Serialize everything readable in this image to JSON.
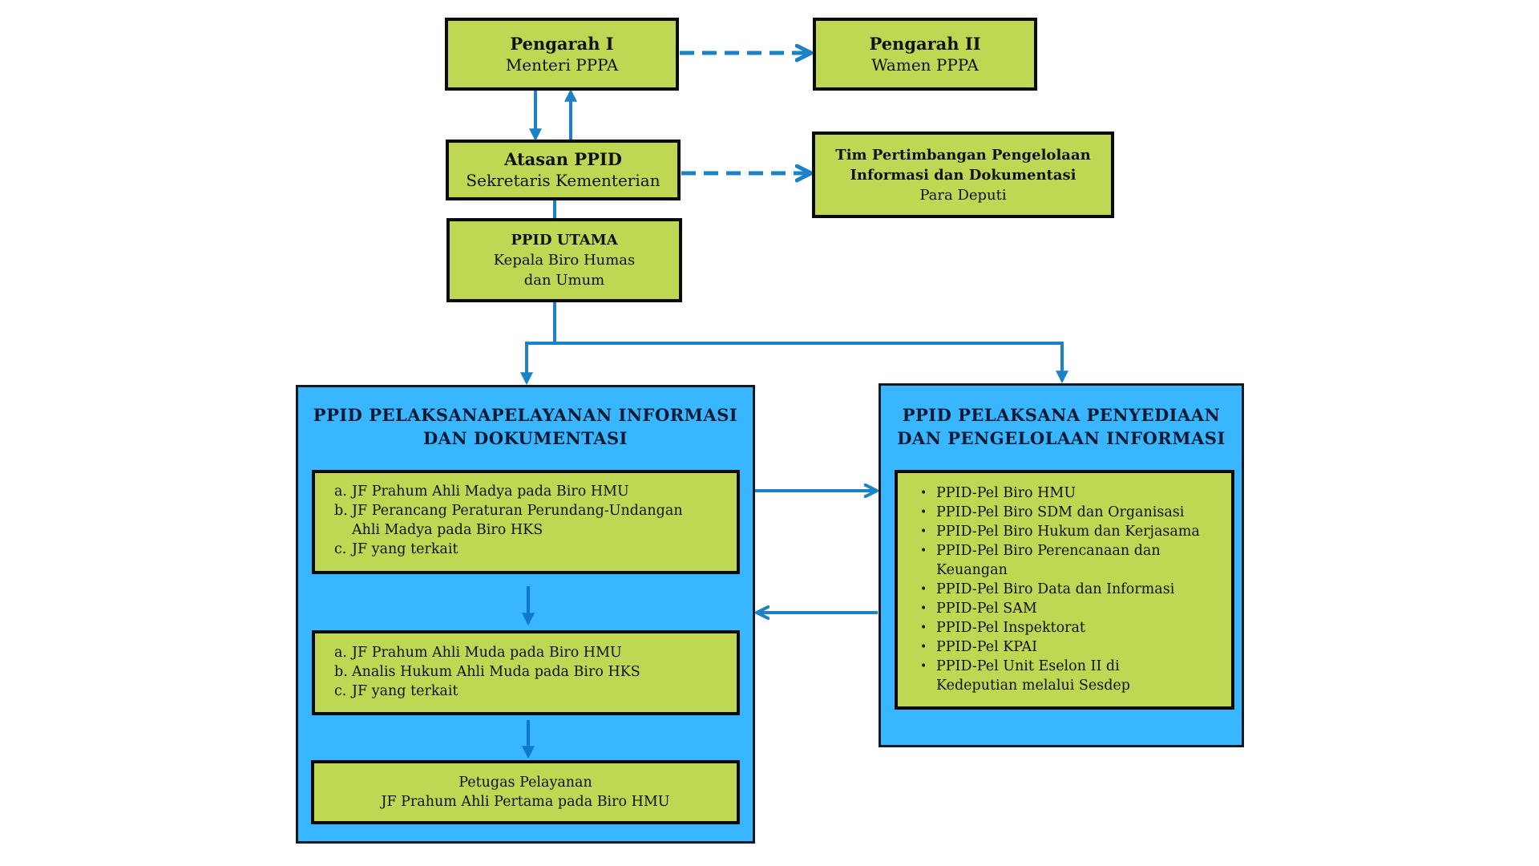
{
  "colors": {
    "box_fill": "#bfd854",
    "group_fill": "#38b6ff",
    "connector": "#1b82c6",
    "inner_connector": "#0f78c8",
    "border": "#0a0a0a"
  },
  "nodes": {
    "pengarah1": {
      "title": "Pengarah I",
      "subtitle": "Menteri PPPA"
    },
    "pengarah2": {
      "title": "Pengarah II",
      "subtitle": "Wamen PPPA"
    },
    "atasan": {
      "title": "Atasan PPID",
      "subtitle": "Sekretaris Kementerian"
    },
    "tim": {
      "title_line1": "Tim Pertimbangan Pengelolaan",
      "title_line2": "Informasi dan Dokumentasi",
      "subtitle": "Para Deputi"
    },
    "utama": {
      "title": "PPID UTAMA",
      "subtitle_line1": "Kepala Biro Humas",
      "subtitle_line2": "dan Umum"
    }
  },
  "left_group": {
    "title_line1": "PPID PELAKSANAPELAYANAN INFORMASI",
    "title_line2": "DAN DOKUMENTASI",
    "box1": [
      {
        "marker": "a.",
        "text": "JF Prahum Ahli Madya pada Biro HMU"
      },
      {
        "marker": "b.",
        "text": "JF Perancang Peraturan Perundang-Undangan",
        "text2": "Ahli Madya pada Biro HKS"
      },
      {
        "marker": "c.",
        "text": "JF yang terkait"
      }
    ],
    "box2": [
      {
        "marker": "a.",
        "text": "JF Prahum Ahli Muda pada Biro HMU"
      },
      {
        "marker": "b.",
        "text": "Analis Hukum Ahli Muda pada Biro HKS"
      },
      {
        "marker": "c.",
        "text": "JF yang terkait"
      }
    ],
    "box3": {
      "line1": "Petugas Pelayanan",
      "line2": "JF Prahum Ahli Pertama pada Biro HMU"
    }
  },
  "right_group": {
    "title_line1": "PPID PELAKSANA PENYEDIAAN",
    "title_line2": "DAN PENGELOLAAN INFORMASI",
    "bullet": "•",
    "items": [
      {
        "text": "PPID-Pel Biro HMU"
      },
      {
        "text": "PPID-Pel Biro SDM dan Organisasi"
      },
      {
        "text": "PPID-Pel Biro Hukum dan Kerjasama"
      },
      {
        "text": "PPID-Pel Biro Perencanaan dan",
        "text2": "Keuangan"
      },
      {
        "text": "PPID-Pel Biro Data dan Informasi"
      },
      {
        "text": "PPID-Pel SAM"
      },
      {
        "text": "PPID-Pel Inspektorat"
      },
      {
        "text": "PPID-Pel KPAI"
      },
      {
        "text": "PPID-Pel Unit Eselon II di",
        "text2": "Kedeputian melalui Sesdep"
      }
    ]
  }
}
